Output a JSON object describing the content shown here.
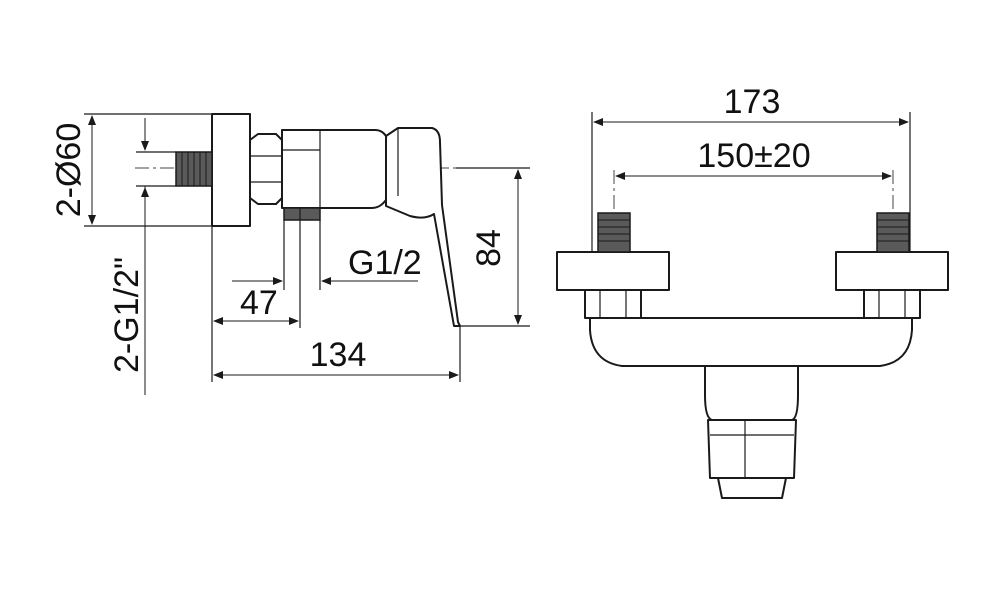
{
  "dimensions": {
    "side_width": "134",
    "side_offset": "47",
    "height": "84",
    "thread_size": "G1/2",
    "inlet_diameter": "2-Ø60",
    "inlet_thread": "2-G1/2\"",
    "front_width": "173",
    "center_distance": "150±20"
  },
  "colors": {
    "line": "#1a1a1a",
    "thread": "#5a5a5a",
    "background": "#ffffff"
  }
}
